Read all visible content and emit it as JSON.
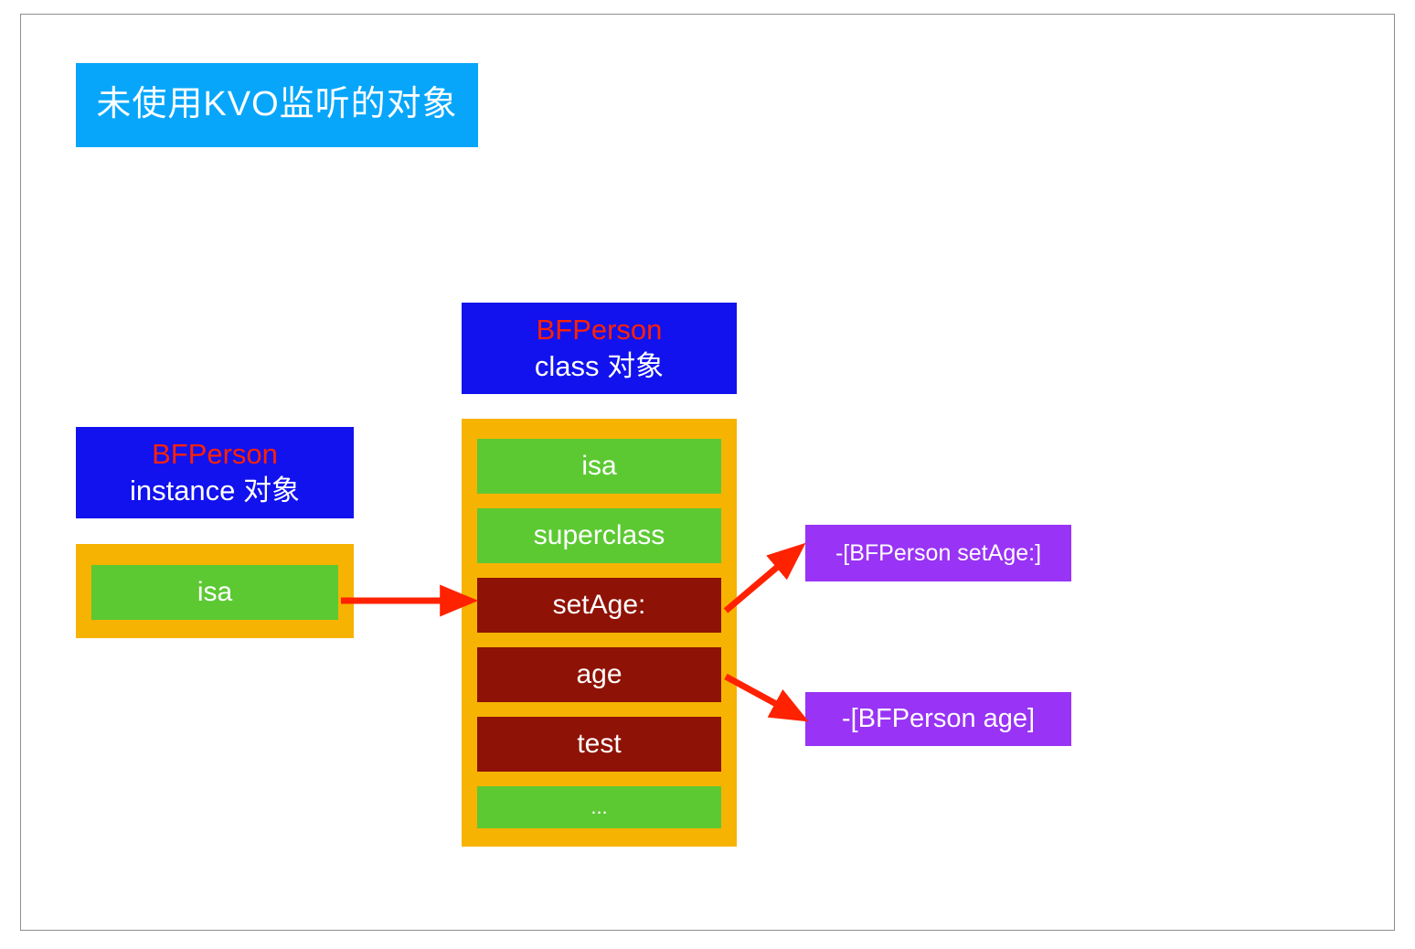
{
  "page": {
    "title_banner": {
      "text": "未使用KVO监听的对象",
      "background": "#07A6FB",
      "text_color": "#FFFFFF"
    },
    "border_color": "#8D8D8D",
    "background": "#FFFFFF"
  },
  "colors": {
    "blue_header": "#1212EE",
    "class_name_red": "#FF2200",
    "container_orange": "#F6B302",
    "row_green": "#5CC933",
    "row_dark_red": "#8E1205",
    "method_purple": "#9933F5",
    "arrow_red": "#FF2200"
  },
  "instance_object": {
    "header": {
      "class_name": "BFPerson",
      "kind": "instance 对象"
    },
    "rows": [
      {
        "label": "isa",
        "style": "green"
      }
    ]
  },
  "class_object": {
    "header": {
      "class_name": "BFPerson",
      "kind": "class 对象"
    },
    "rows": [
      {
        "label": "isa",
        "style": "green"
      },
      {
        "label": "superclass",
        "style": "green"
      },
      {
        "label": "setAge:",
        "style": "red"
      },
      {
        "label": "age",
        "style": "red"
      },
      {
        "label": "test",
        "style": "red"
      },
      {
        "label": "...",
        "style": "green"
      }
    ]
  },
  "method_boxes": [
    {
      "label": "-[BFPerson setAge:]"
    },
    {
      "label": "-[BFPerson age]"
    }
  ],
  "arrows": [
    {
      "name": "isa-to-class",
      "from": "instance.isa",
      "to": "class-object"
    },
    {
      "name": "setage-to-imp",
      "from": "class.setAge:",
      "to": "-[BFPerson setAge:]"
    },
    {
      "name": "age-to-imp",
      "from": "class.age",
      "to": "-[BFPerson age]"
    }
  ]
}
